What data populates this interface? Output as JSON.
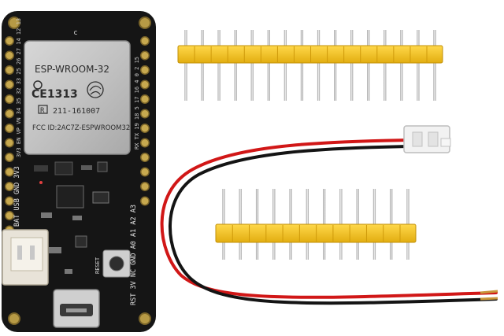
{
  "photo": {
    "module": {
      "model": "ESP-WROOM-32",
      "ce_mark": "CE1313",
      "cert_number": "211-161007",
      "fcc_id": "FCC ID:2AC7Z-ESPWROOM32",
      "r_mark": "R"
    },
    "board": {
      "top_label": "c",
      "left_pins_label": "3V3 EN VP VN 34 35 32 33 25 26 27 14 12 13",
      "right_pins_label": "RX TX 19 18 5 17 16 4 0 2 15",
      "bottom_label_1": "BAT USB GND 3V3",
      "bottom_label_2": "RST 3V NC GND A0 A1 A2 A3",
      "reset_label": "RESET"
    },
    "parts": {
      "header_top_pins": 16,
      "header_bottom_pins": 12
    },
    "colors": {
      "pcb": "#151515",
      "header_yellow": "#f1c21c",
      "wire_red": "#d11717",
      "wire_black": "#141414",
      "connector_white": "#f2f2f2",
      "pin_silver": "#d9d9d9"
    }
  }
}
